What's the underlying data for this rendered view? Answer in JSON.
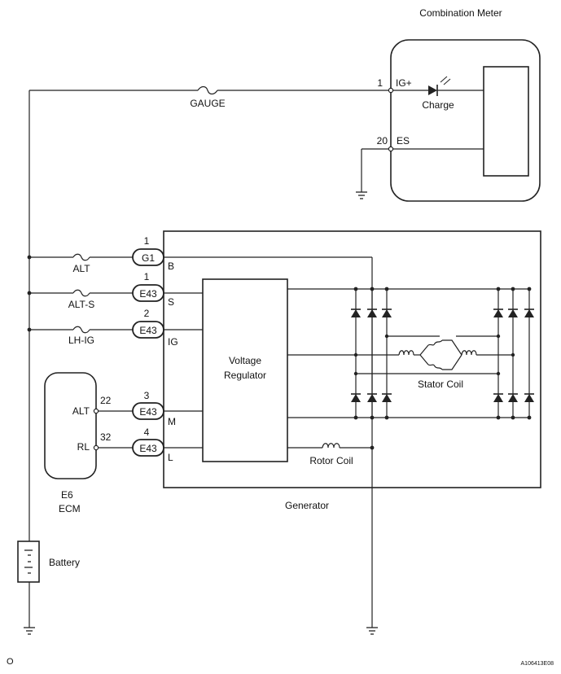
{
  "components": {
    "combination_meter": "Combination Meter",
    "generator": "Generator",
    "voltage_regulator": [
      "Voltage",
      "Regulator"
    ],
    "ecm_code": "E6",
    "ecm": "ECM",
    "battery": "Battery",
    "stator_coil": "Stator Coil",
    "rotor_coil": "Rotor Coil",
    "charge": "Charge"
  },
  "fuses": {
    "gauge": "GAUGE",
    "alt": "ALT",
    "alt_s": "ALT-S",
    "lh_ig": "LH-IG"
  },
  "meter_pins": [
    {
      "pin": "1",
      "name": "IG+"
    },
    {
      "pin": "20",
      "name": "ES"
    }
  ],
  "generator_pins": [
    {
      "pin": "1",
      "connector": "G1",
      "name": "B"
    },
    {
      "pin": "1",
      "connector": "E43",
      "name": "S"
    },
    {
      "pin": "2",
      "connector": "E43",
      "name": "IG"
    },
    {
      "pin": "3",
      "connector": "E43",
      "name": "M"
    },
    {
      "pin": "4",
      "connector": "E43",
      "name": "L"
    }
  ],
  "ecm_pins": [
    {
      "pin": "22",
      "name": "ALT"
    },
    {
      "pin": "32",
      "name": "RL"
    }
  ],
  "footer": {
    "left_mark": "O",
    "figure_code": "A106413E08"
  }
}
